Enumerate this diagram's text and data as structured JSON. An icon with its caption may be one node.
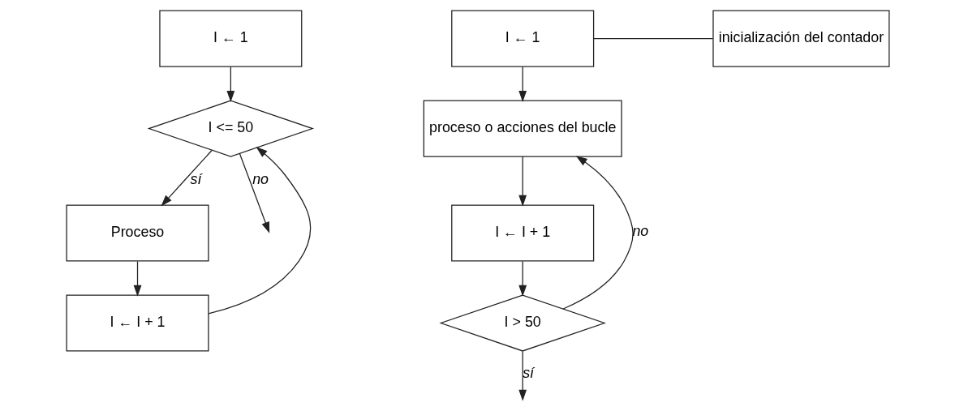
{
  "diagram": {
    "nodes": [
      {
        "text": [
          "I ← 1"
        ]
      },
      {
        "text": [
          "I <= 50"
        ]
      },
      {
        "text": [
          "Proceso"
        ]
      },
      {
        "text": [
          "I ← I + 1"
        ]
      },
      {
        "text": [
          "I ← 1"
        ]
      },
      {
        "text": [
          "inicialización del contador"
        ]
      },
      {
        "text": [
          "proceso o acciones del bucle"
        ]
      },
      {
        "text": [
          "I ← I + 1"
        ]
      },
      {
        "text": [
          "I > 50"
        ]
      }
    ],
    "edges": [
      {
        "from": 0,
        "to": 1,
        "arrow": "to"
      },
      {
        "from": 1,
        "to": 2,
        "arrow": "to",
        "label": "sí"
      },
      {
        "from": 2,
        "to": 3,
        "arrow": "to"
      },
      {
        "from": 3,
        "to": 1,
        "arrow": "to"
      },
      {
        "from": 1,
        "to": null,
        "arrow": "to",
        "label": "no"
      },
      {
        "from": 4,
        "to": 5,
        "arrow": "none"
      },
      {
        "from": 4,
        "to": 6,
        "arrow": "to"
      },
      {
        "from": 6,
        "to": 7,
        "arrow": "to"
      },
      {
        "from": 7,
        "to": 8,
        "arrow": "to"
      },
      {
        "from": 8,
        "to": 6,
        "arrow": "to",
        "label": "no"
      },
      {
        "from": 8,
        "to": null,
        "arrow": "to",
        "label": "sí"
      }
    ]
  }
}
